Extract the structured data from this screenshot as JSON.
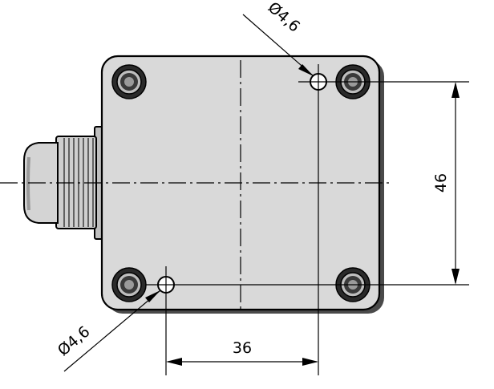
{
  "colors": {
    "line": "#000000",
    "housing_fill": "#d9d9d9",
    "housing_shadow": "#4a4a4a",
    "gland_fill": "#c9c9c9",
    "screw_dark": "#222222",
    "screw_light": "#bdbdbd",
    "background": "#ffffff"
  },
  "dimensions": {
    "hole_top_label": "Ø4,6",
    "hole_bottom_label": "Ø4,6",
    "vertical_label": "46",
    "horizontal_label": "36"
  }
}
